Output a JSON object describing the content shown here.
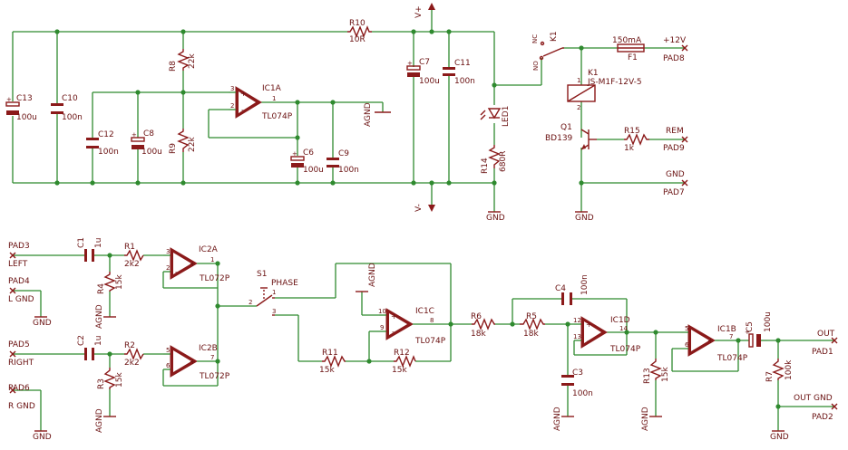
{
  "components": {
    "C13": {
      "name": "C13",
      "value": "100u"
    },
    "C10": {
      "name": "C10",
      "value": "100n"
    },
    "C12": {
      "name": "C12",
      "value": "100n"
    },
    "C8": {
      "name": "C8",
      "value": "100u"
    },
    "R8": {
      "name": "R8",
      "value": "22k"
    },
    "R9": {
      "name": "R9",
      "value": "22k"
    },
    "IC1A": {
      "name": "IC1A",
      "value": "TL074P"
    },
    "C6": {
      "name": "C6",
      "value": "100u"
    },
    "C9": {
      "name": "C9",
      "value": "100n"
    },
    "R10": {
      "name": "R10",
      "value": "10R"
    },
    "C7": {
      "name": "C7",
      "value": "100u"
    },
    "C11": {
      "name": "C11",
      "value": "100n"
    },
    "LED1": {
      "name": "LED1"
    },
    "R14": {
      "name": "R14",
      "value": "680R"
    },
    "K1switch": {
      "name": "K1",
      "nc": "NC",
      "no": "NO"
    },
    "F1": {
      "name": "F1",
      "value": "150mA"
    },
    "K1coil": {
      "name": "K1",
      "value": "JS-M1F-12V-5"
    },
    "Q1": {
      "name": "Q1",
      "value": "BD139"
    },
    "R15": {
      "name": "R15",
      "value": "1k"
    },
    "C1": {
      "name": "C1",
      "value": "1u"
    },
    "R1": {
      "name": "R1",
      "value": "2k2"
    },
    "R4": {
      "name": "R4",
      "value": "15k"
    },
    "IC2A": {
      "name": "IC2A",
      "value": "TL072P"
    },
    "C2": {
      "name": "C2",
      "value": "1u"
    },
    "R2": {
      "name": "R2",
      "value": "2k2"
    },
    "R3": {
      "name": "R3",
      "value": "15k"
    },
    "IC2B": {
      "name": "IC2B",
      "value": "TL072P"
    },
    "S1": {
      "name": "S1",
      "value": "PHASE"
    },
    "IC1C": {
      "name": "IC1C",
      "value": "TL074P"
    },
    "R11": {
      "name": "R11",
      "value": "15k"
    },
    "R12": {
      "name": "R12",
      "value": "15k"
    },
    "R6": {
      "name": "R6",
      "value": "18k"
    },
    "R5": {
      "name": "R5",
      "value": "18k"
    },
    "C4": {
      "name": "C4",
      "value": "100n"
    },
    "IC1D": {
      "name": "IC1D",
      "value": "TL074P"
    },
    "C3": {
      "name": "C3",
      "value": "100n"
    },
    "R13": {
      "name": "R13",
      "value": "15k"
    },
    "IC1B": {
      "name": "IC1B",
      "value": "TL074P"
    },
    "C5": {
      "name": "C5",
      "value": "100u"
    },
    "R7": {
      "name": "R7",
      "value": "100k"
    }
  },
  "pads": {
    "PAD8": {
      "name": "PAD8",
      "net": "+12V"
    },
    "PAD9": {
      "name": "PAD9",
      "net": "REM"
    },
    "PAD7": {
      "name": "PAD7",
      "net": "GND"
    },
    "PAD3": {
      "name": "PAD3",
      "net": "LEFT"
    },
    "PAD4": {
      "name": "PAD4",
      "net": "L GND"
    },
    "PAD5": {
      "name": "PAD5",
      "net": "RIGHT"
    },
    "PAD6": {
      "name": "PAD6",
      "net": "R GND"
    },
    "PAD1": {
      "name": "PAD1",
      "net": "OUT"
    },
    "PAD2": {
      "name": "PAD2",
      "net": "OUT GND"
    }
  },
  "supplies": {
    "vplus": "V+",
    "vminus": "V-",
    "gnd": "GND",
    "agnd": "AGND"
  },
  "pins": {
    "p1": "1",
    "p2": "2",
    "p3": "3",
    "p5": "5",
    "p6": "6",
    "p7": "7",
    "p8": "8",
    "p9": "9",
    "p10": "10",
    "p12": "12",
    "p13": "13",
    "p14": "14"
  },
  "signs": {
    "plus": "+",
    "minus": "-"
  }
}
